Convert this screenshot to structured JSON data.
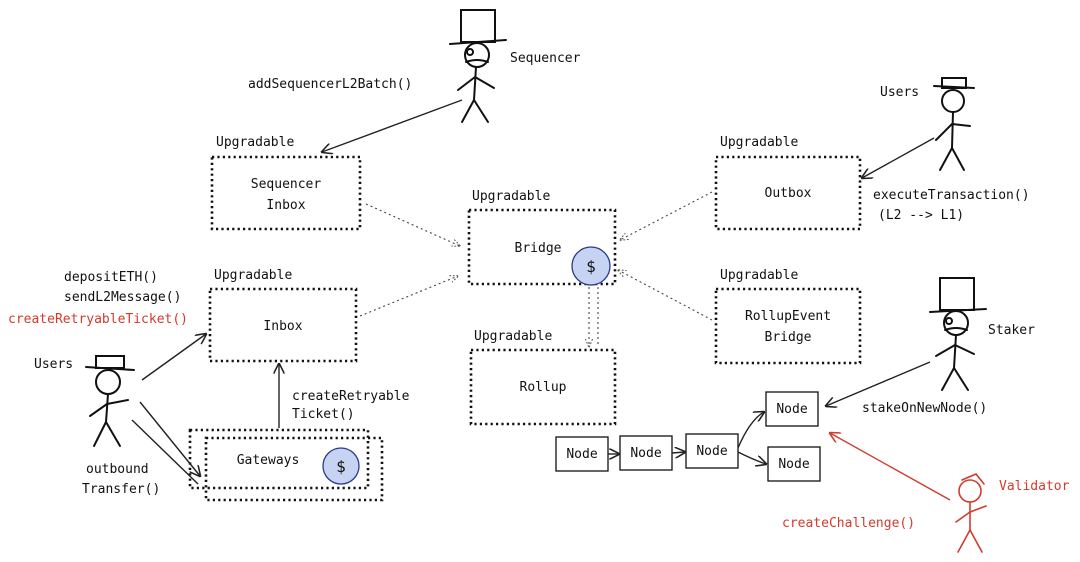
{
  "actors": {
    "sequencer": "Sequencer",
    "users_top": "Users",
    "users_left": "Users",
    "staker": "Staker",
    "validator": "Validator"
  },
  "contracts": {
    "sequencer_inbox": {
      "tag": "Upgradable",
      "line1": "Sequencer",
      "line2": "Inbox"
    },
    "inbox": {
      "tag": "Upgradable",
      "label": "Inbox"
    },
    "bridge": {
      "tag": "Upgradable",
      "label": "Bridge"
    },
    "rollup": {
      "tag": "Upgradable",
      "label": "Rollup"
    },
    "outbox": {
      "tag": "Upgradable",
      "label": "Outbox"
    },
    "rollup_event_bridge": {
      "tag": "Upgradable",
      "line1": "RollupEvent",
      "line2": "Bridge"
    },
    "gateways": {
      "label": "Gateways"
    }
  },
  "calls": {
    "add_batch": "addSequencerL2Batch()",
    "execute_tx": "executeTransaction()",
    "execute_tx_dir": "(L2 --> L1)",
    "deposit_eth": "depositETH()",
    "send_l2_message": "sendL2Message()",
    "create_retryable_ticket": "createRetryableTicket()",
    "create_retryable_1": "createRetryable",
    "create_retryable_2": "Ticket()",
    "outbound_1": "outbound",
    "outbound_2": "Transfer()",
    "stake_on_new_node": "stakeOnNewNode()",
    "create_challenge": "createChallenge()"
  },
  "nodes": [
    "Node",
    "Node",
    "Node",
    "Node",
    "Node"
  ],
  "coin_symbol": "$",
  "colors": {
    "ink": "#111111",
    "red": "#d33a2c",
    "coin_fill": "#c7d3f2",
    "coin_stroke": "#2b3a8c"
  },
  "icons": [
    "top-hat-stick-figure",
    "hat-stick-figure",
    "dollar-coin"
  ]
}
